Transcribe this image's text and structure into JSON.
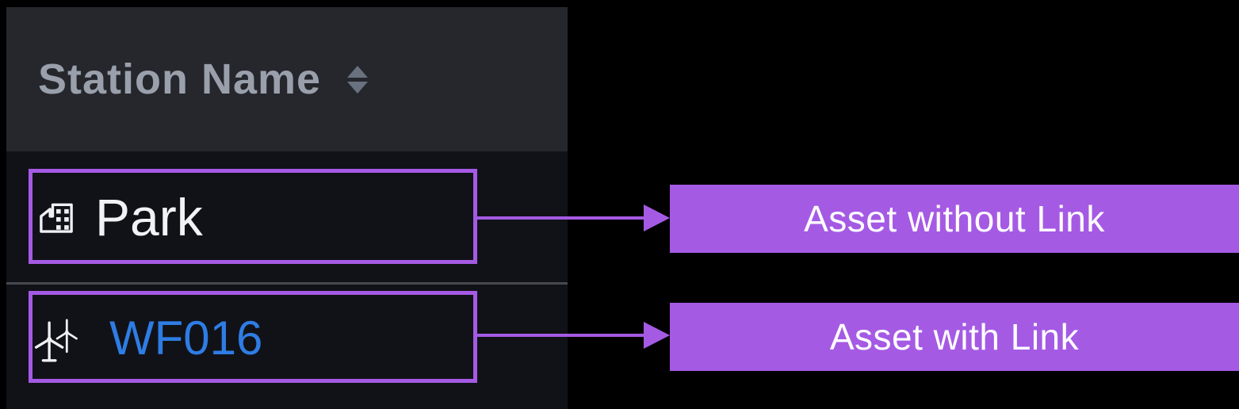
{
  "colors": {
    "background": "#000000",
    "panel_bg": "#111218",
    "header_bg": "#25272d",
    "header_text": "#9aa0ab",
    "row_text": "#f0f2f5",
    "link_blue": "#2e7de4",
    "separator": "#46494f",
    "annotation_purple": "#a55ae4",
    "annotation_text": "#ffffff"
  },
  "table": {
    "header": {
      "label": "Station Name",
      "sort_icon": "sort-updown-icon",
      "sortable": true
    },
    "rows": [
      {
        "label": "Park",
        "icon": "factory-icon",
        "is_link": false
      },
      {
        "label": "WF016",
        "icon": "wind-turbine-icon",
        "is_link": true
      }
    ]
  },
  "annotations": [
    {
      "label": "Asset without Link"
    },
    {
      "label": "Asset with Link"
    }
  ]
}
